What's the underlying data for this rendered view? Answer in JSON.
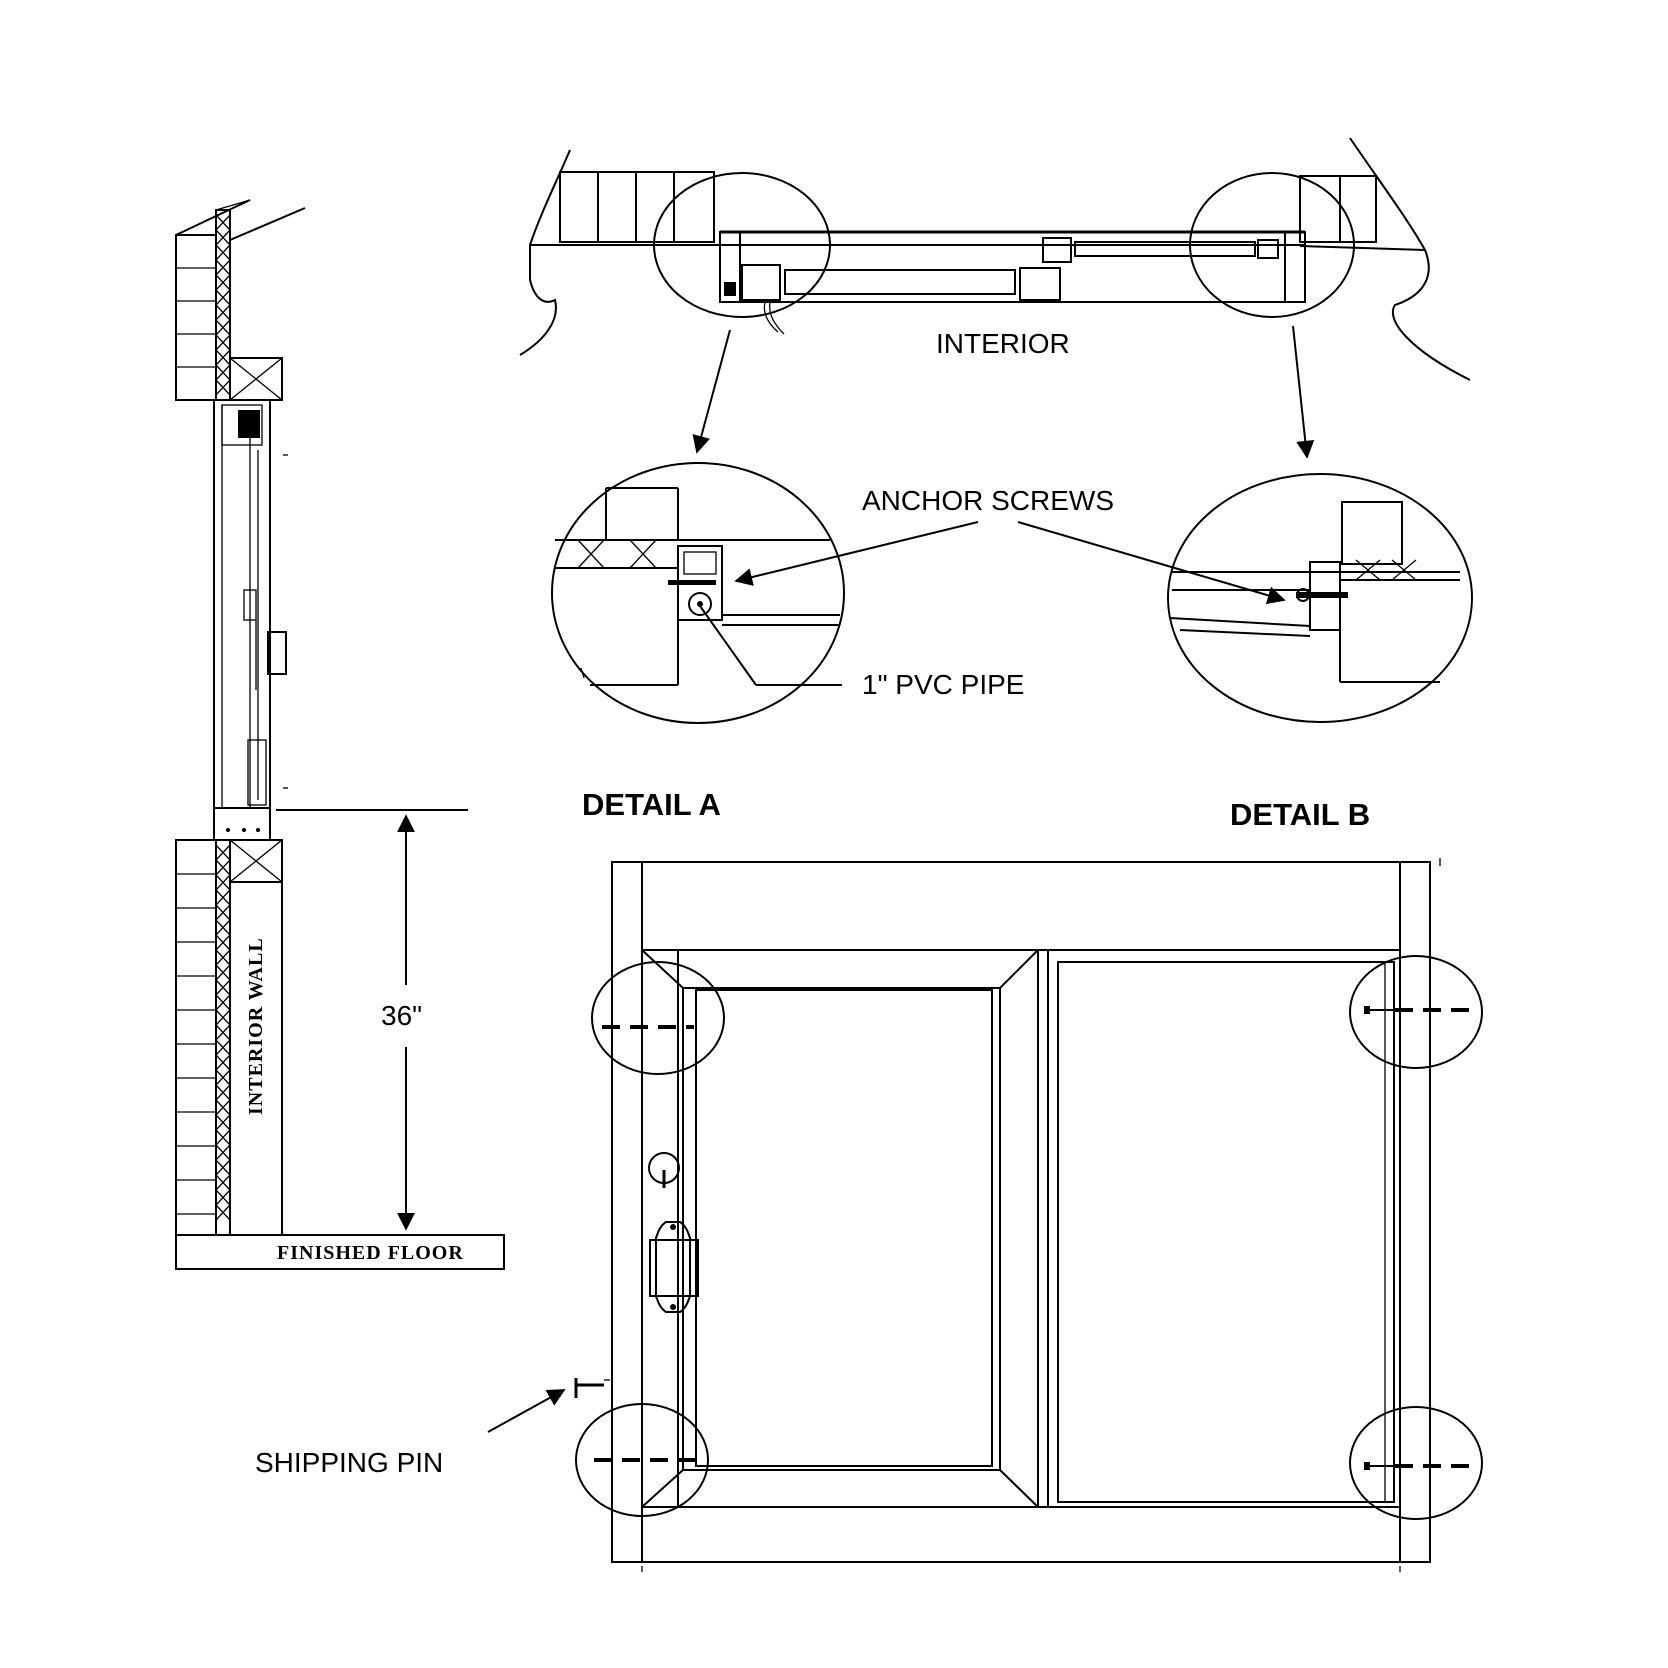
{
  "labels": {
    "interior": "INTERIOR",
    "anchor_screws": "ANCHOR  SCREWS",
    "pvc_pipe": "1\" PVC PIPE",
    "detail_a": "DETAIL A",
    "detail_b": "DETAIL B",
    "height_dim": "36\"",
    "interior_wall": "INTERIOR   WALL",
    "finished_floor": "FINISHED  FLOOR",
    "shipping_pin": "SHIPPING PIN"
  }
}
